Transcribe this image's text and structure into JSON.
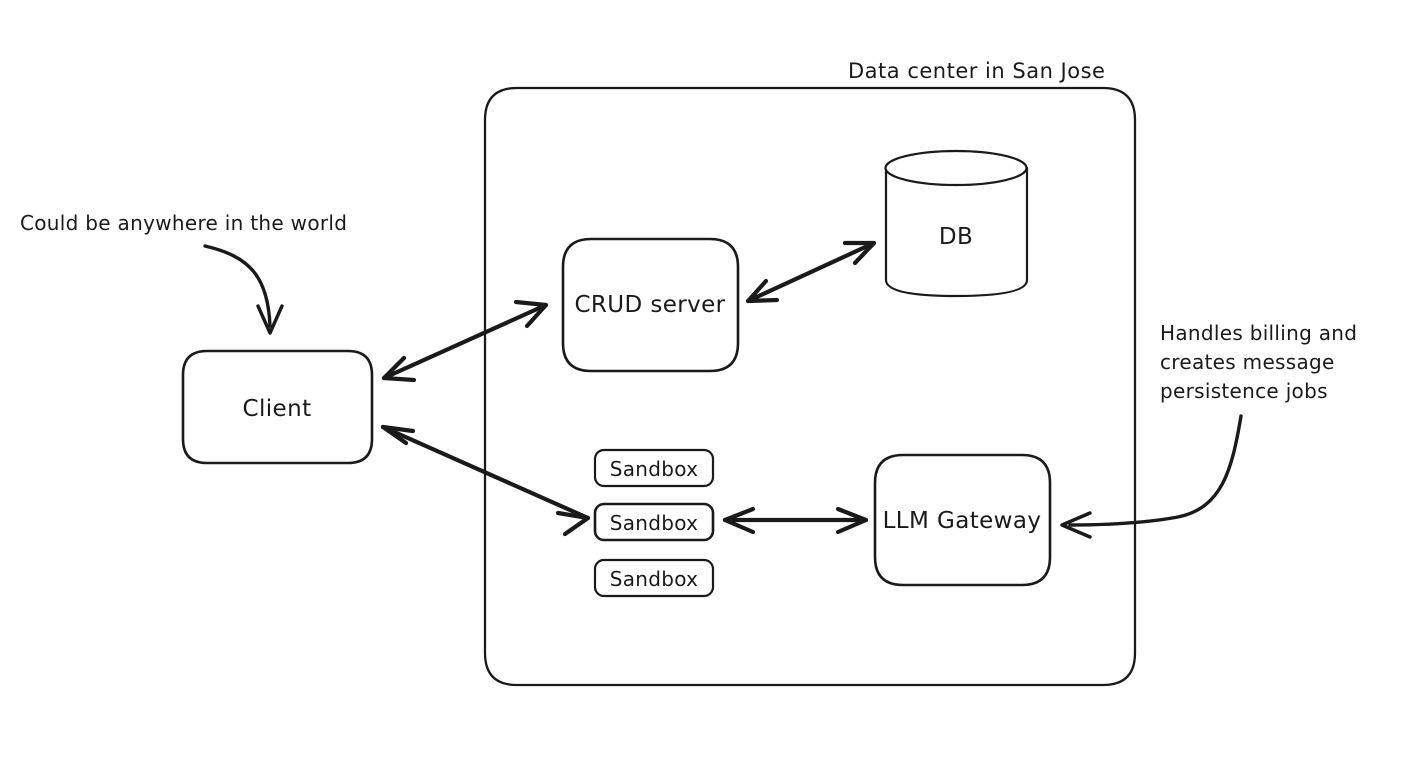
{
  "diagram": {
    "title_annotation": "Data center in San Jose",
    "nodes": {
      "client": {
        "label": "Client",
        "shape": "rounded-rect"
      },
      "crud_server": {
        "label": "CRUD server",
        "shape": "rounded-rect"
      },
      "db": {
        "label": "DB",
        "shape": "cylinder"
      },
      "sandbox_1": {
        "label": "Sandbox",
        "shape": "rounded-rect"
      },
      "sandbox_2": {
        "label": "Sandbox",
        "shape": "rounded-rect"
      },
      "sandbox_3": {
        "label": "Sandbox",
        "shape": "rounded-rect"
      },
      "llm_gateway": {
        "label": "LLM Gateway",
        "shape": "rounded-rect"
      }
    },
    "annotations": {
      "client_note": "Could be anywhere in the world",
      "gateway_note_line1": "Handles billing and",
      "gateway_note_line2": "creates message",
      "gateway_note_line3": "persistence jobs"
    },
    "connections": [
      {
        "name": "client-crud",
        "from": "client",
        "to": "crud_server",
        "type": "bidirectional"
      },
      {
        "name": "crud-db",
        "from": "crud_server",
        "to": "db",
        "type": "bidirectional"
      },
      {
        "name": "client-sandbox",
        "from": "client",
        "to": "sandbox_2",
        "type": "bidirectional"
      },
      {
        "name": "sandbox-gateway",
        "from": "sandbox_2",
        "to": "llm_gateway",
        "type": "bidirectional"
      },
      {
        "name": "client-note-pointer",
        "from": "client_note",
        "to": "client",
        "type": "curved-arrow"
      },
      {
        "name": "gateway-note-pointer",
        "from": "gateway_note",
        "to": "llm_gateway",
        "type": "curved-arrow"
      }
    ],
    "colors": {
      "stroke": "#1a1a1a",
      "fill": "#ffffff",
      "background": "#ffffff"
    }
  }
}
